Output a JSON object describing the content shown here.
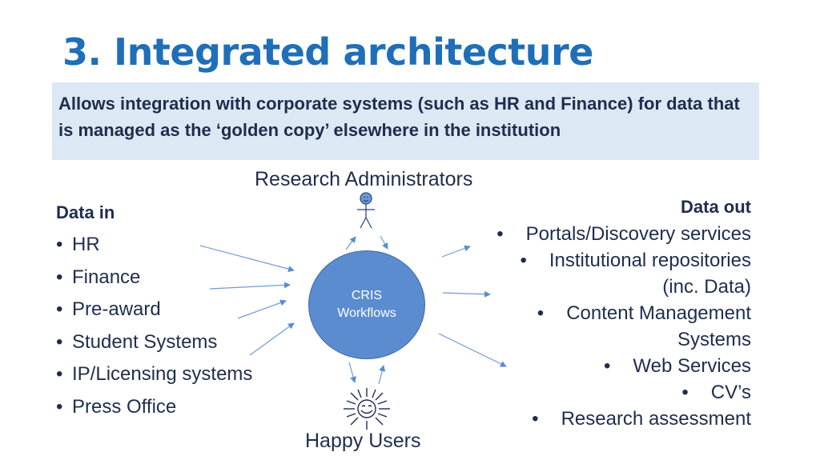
{
  "slide": {
    "title": "3. Integrated architecture",
    "banner_text": "Allows integration with corporate systems (such as HR and Finance) for data that is managed as the ‘golden copy’ elsewhere in the institution"
  },
  "diagram": {
    "top_label": "Research Administrators",
    "bottom_label": "Happy Users",
    "center_line1": "CRIS",
    "center_line2": "Workflows",
    "admin_icon": "stick-figure-icon",
    "users_icon": "smiling-sun-icon",
    "accent_color": "#5b8ccf"
  },
  "data_in": {
    "heading": "Data in",
    "bullet": "•",
    "items": [
      "HR",
      "Finance",
      "Pre-award",
      "Student Systems",
      "IP/Licensing systems",
      "Press Office"
    ]
  },
  "data_out": {
    "heading": "Data out",
    "bullet": "•",
    "items": [
      {
        "line1": "Portals/Discovery services"
      },
      {
        "line1": "Institutional repositories",
        "line2": "(inc. Data)"
      },
      {
        "line1": "Content Management",
        "line2": "Systems"
      },
      {
        "line1": "Web Services "
      },
      {
        "line1": "CV’s"
      },
      {
        "line1": "Research assessment"
      }
    ]
  }
}
